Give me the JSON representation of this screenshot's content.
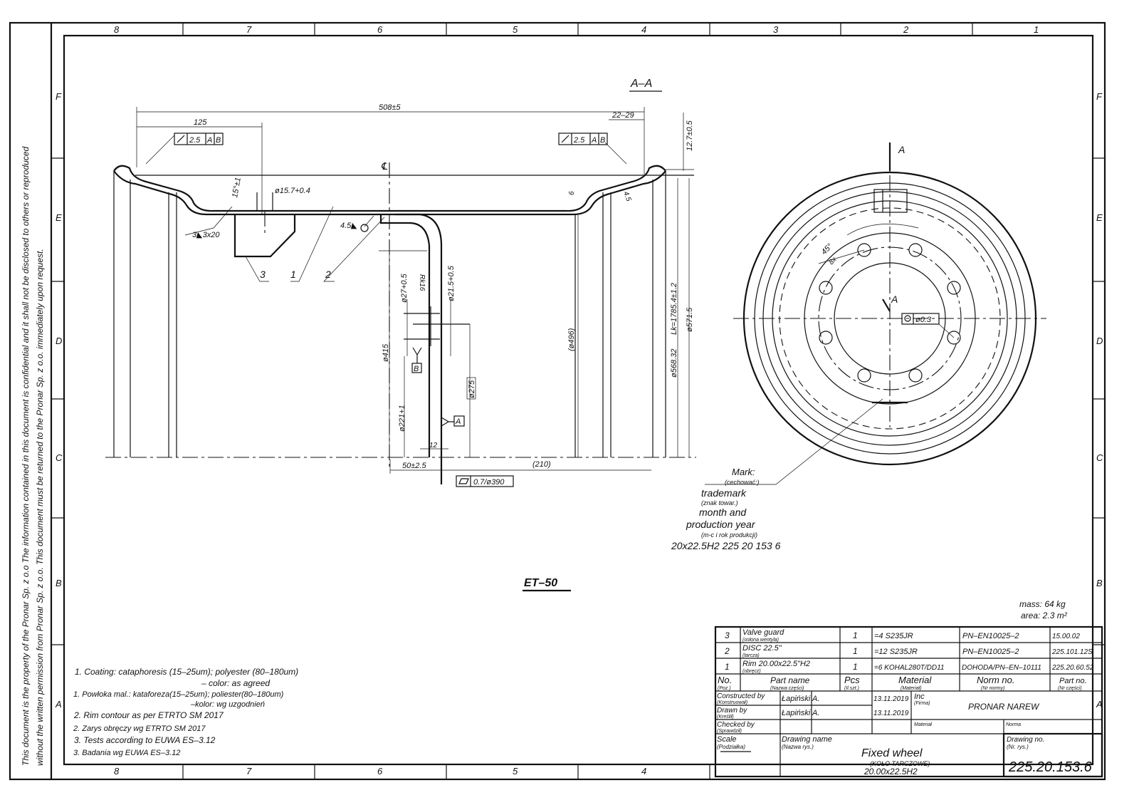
{
  "side_note": [
    "This document is the property of the Pronar Sp. z o.o The information contained in this document is confidential and it shall not be disclosed to others or reproduced",
    "without the written permission from Pronar Sp. z o.o. This document must be returned to the Pronar Sp. z o.o. immediately upon request."
  ],
  "zones": {
    "columns": [
      "8",
      "7",
      "6",
      "5",
      "4",
      "3",
      "2",
      "1"
    ],
    "rows": [
      "F",
      "E",
      "D",
      "C",
      "B",
      "A"
    ],
    "bottom_columns": [
      "8",
      "7",
      "6",
      "5",
      "4"
    ]
  },
  "section": {
    "title": "A–A",
    "centerline": "℄",
    "dims": {
      "d508": "508±5",
      "d125": "125",
      "d22_29": "22–29",
      "d12_7": "12.7±0.5",
      "angle": "15°±1",
      "d15_7": "ø15.7+0.4",
      "d6": "6",
      "d4_5": "4.5",
      "weld1": "3◣3x20",
      "weld2": "4.5◣",
      "d27": "ø27+0.5",
      "rk16": "Rk16",
      "d21_5": "ø21.5+0.5",
      "d415": "ø415",
      "d496": "(ø496)",
      "d568": "ø568.32",
      "lk": "Lk=1785.4±1.2",
      "d571": "ø571.5",
      "d275": "ø275",
      "d221": "ø221+1",
      "d12": "12",
      "d50": "50±2.5",
      "d210": "(210)",
      "flat": "0.7/ø390"
    },
    "tol_left": {
      "value": "2.5",
      "d1": "A",
      "d2": "B"
    },
    "tol_right": {
      "value": "2.5",
      "d1": "A",
      "d2": "B"
    },
    "datum_a": "A",
    "datum_b": "B",
    "balloons": [
      "3",
      "1",
      "2"
    ]
  },
  "front_view": {
    "section_mark_top": "A",
    "section_mark_center": "A",
    "angle_label": "45°",
    "count_label": "8x",
    "position_tol": "ø0.3"
  },
  "marking": {
    "mark": "Mark:",
    "mark_pl": "(cechować:)",
    "trademark": "trademark",
    "trademark_pl": "(znak towar.)",
    "month_and": "month  and",
    "production_year": "production  year",
    "date_pl": "(m-c i rok produkcji)",
    "code": "20x22.5H2    225  20  153  6"
  },
  "et": "ET–50",
  "mass": "mass:  64 kg",
  "area": "area:  2.3 m²",
  "notes": [
    "1. Coating:  cataphoresis (15–25um);  polyester  (80–180um)",
    "– color:  as agreed",
    "1. Powłoka mal.:  kataforeza(15–25um);  poliester(80–180um)",
    "–kolor:  wg uzgodnień",
    "2. Rim contour as per ETRTO SM 2017",
    "2. Zarys obręczy wg ETRTO SM 2017",
    "3. Tests according to EUWA ES–3.12",
    "3. Badania wg EUWA ES–3.12"
  ],
  "parts": [
    {
      "no": "3",
      "name": "Valve guard",
      "name_pl": "(osłona wentyla)",
      "pcs": "1",
      "material": "=4  S235JR",
      "norm": "PN–EN10025–2",
      "part_no": "15.00.02"
    },
    {
      "no": "2",
      "name": "DISC  22.5\"",
      "name_pl": "(tarcza)",
      "pcs": "1",
      "material": "=12  S235JR",
      "norm": "PN–EN10025–2",
      "part_no": "225.101.12S"
    },
    {
      "no": "1",
      "name": "Rim  20.00x22.5\"H2",
      "name_pl": "(obręcz)",
      "pcs": "1",
      "material": "=6  KOHAL280T/DD11",
      "norm": "DOHODA/PN–EN–10111",
      "part_no": "225.20.60.52"
    }
  ],
  "header": {
    "no": "No.",
    "no_pl": "(Poz.)",
    "name": "Part name",
    "name_pl": "(Nazwa części)",
    "pcs": "Pcs",
    "pcs_pl": "(Il.szt.)",
    "material": "Material",
    "material_pl": "(Materiał)",
    "norm": "Norm  no.",
    "norm_pl": "(Nr normy)",
    "part_no": "Part no.",
    "part_no_pl": "(Nr części)"
  },
  "title_block": {
    "constructed": "Constructed by",
    "constructed_pl": "(Konstruował)",
    "constructed_name": "Łapiński A.",
    "constructed_date": "13.11.2019",
    "drawn": "Drawn by",
    "drawn_pl": "(Kreślił)",
    "drawn_name": "Łapiński A.",
    "drawn_date": "13.11.2019",
    "checked": "Checked by",
    "checked_pl": "(Sprawdził)",
    "inc": "Inc",
    "inc_pl": "(Firma)",
    "company": "PRONAR  NAREW",
    "material_lbl": "Materiał",
    "norma_lbl": "Norma",
    "scale": "Scale",
    "scale_pl": "(Podziałka)",
    "drawing_name_lbl": "Drawing name",
    "drawing_name_pl": "(Nazwa rys.)",
    "drawing_name": "Fixed  wheel",
    "drawing_name_sub": "(KOŁO TARCZOWE)",
    "drawing_size": "20.00x22.5H2",
    "drawing_no_lbl": "Drawing no.",
    "drawing_no_pl": "(Nr. rys.)",
    "drawing_no": "225.20.153.6"
  }
}
